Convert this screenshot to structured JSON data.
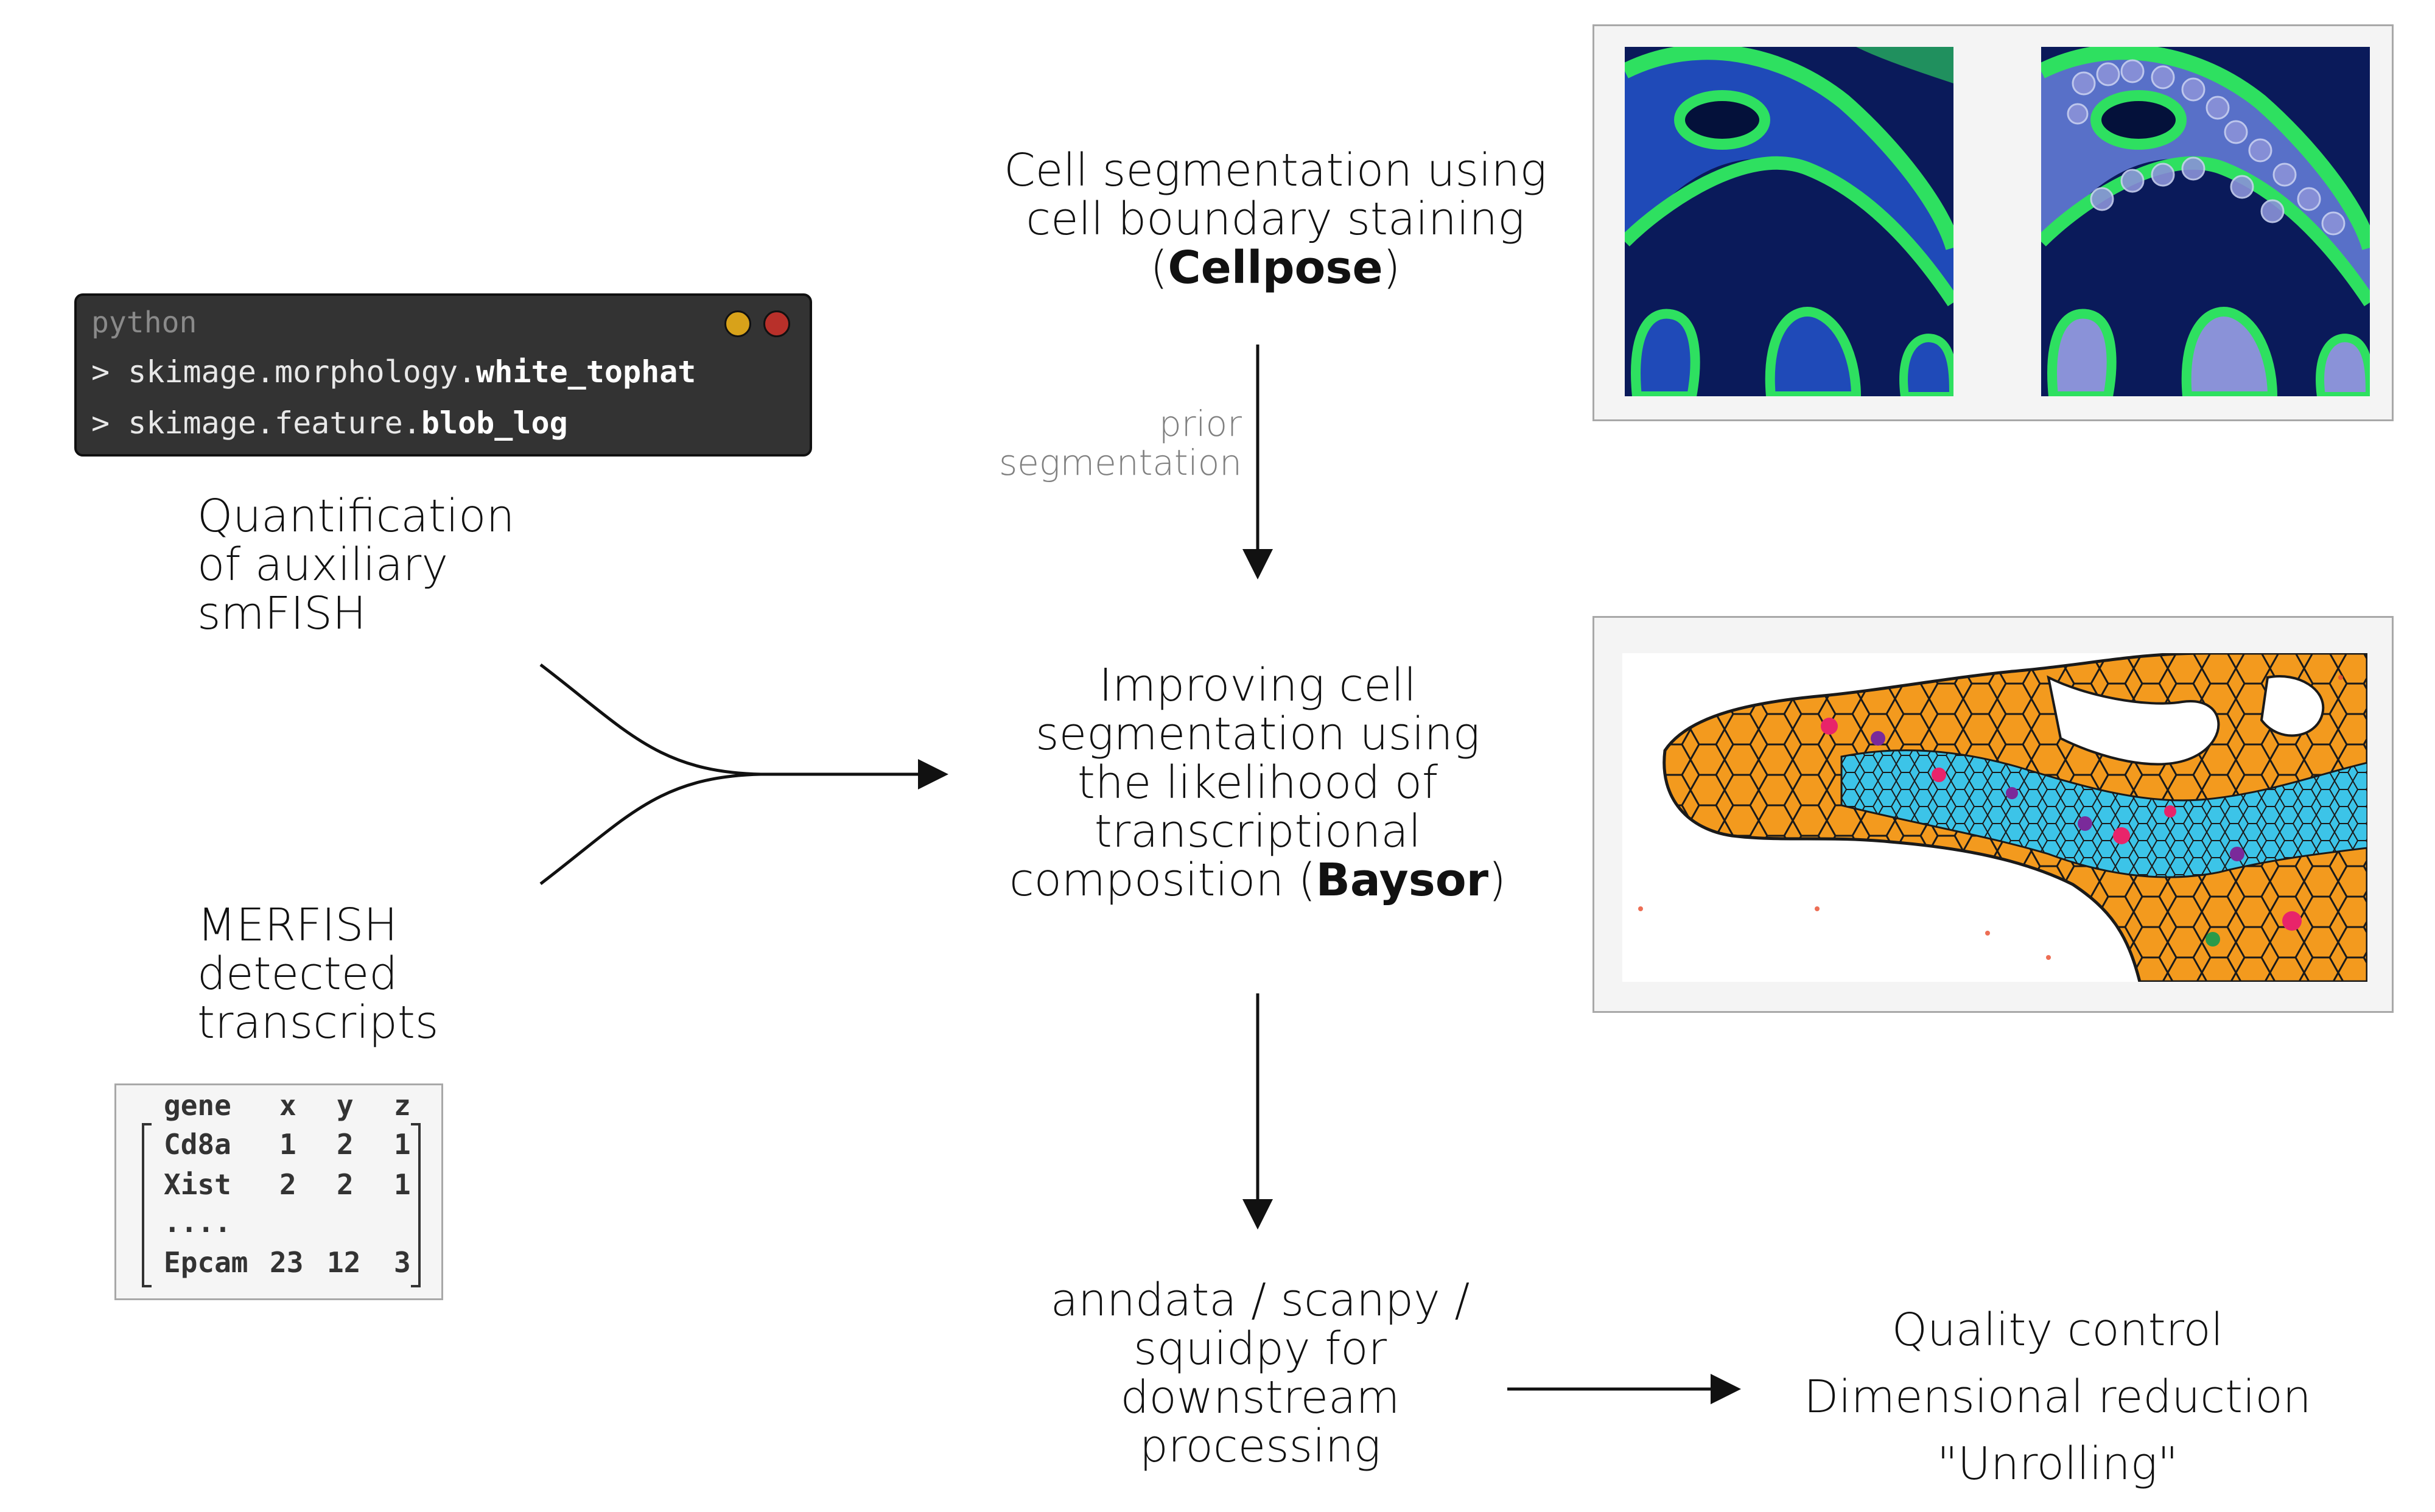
{
  "terminal": {
    "language": "python",
    "lines": [
      {
        "prompt": "> ",
        "prefix": "skimage.morphology.",
        "func": "white_tophat"
      },
      {
        "prompt": "> ",
        "prefix": "skimage.feature.",
        "func": "blob_log"
      }
    ],
    "window_buttons": {
      "green": "#2a9a2a",
      "yellow": "#d8a21a",
      "red": "#b8302a"
    }
  },
  "left": {
    "smfish_label": [
      "Quantification",
      "of auxiliary",
      "smFISH"
    ],
    "merfish_label": [
      "MERFISH",
      "detected",
      "transcripts"
    ]
  },
  "table": {
    "headers": [
      "gene",
      "x",
      "y",
      "z"
    ],
    "rows": [
      [
        "Cd8a",
        "1",
        "2",
        "1"
      ],
      [
        "Xist",
        "2",
        "2",
        "1"
      ],
      [
        "....",
        "",
        "",
        ""
      ],
      [
        "Epcam",
        "23",
        "12",
        "3"
      ]
    ]
  },
  "center": {
    "cellpose_label": [
      "Cell segmentation using",
      "cell boundary staining"
    ],
    "cellpose_tool_open": "(",
    "cellpose_tool": "Cellpose",
    "cellpose_tool_close": ")",
    "arrow_note": [
      "prior",
      "segmentation"
    ],
    "baysor_label": [
      "Improving cell",
      "segmentation using",
      "the likelihood of",
      "transcriptional"
    ],
    "baysor_last_prefix": "composition (",
    "baysor_tool": "Baysor",
    "baysor_last_suffix": ")",
    "downstream_label": [
      "anndata / scanpy /",
      "squidpy for",
      "downstream",
      "processing"
    ]
  },
  "right": {
    "steps": [
      "Quality control",
      "Dimensional reduction",
      "\"Unrolling\""
    ]
  },
  "colors": {
    "stain_background": "#0a1a5a",
    "membrane": "#2ee060",
    "nuclei": "#2a6ad8",
    "baysor_main": "#f39a1e",
    "baysor_secondary": "#3cc4e8"
  }
}
